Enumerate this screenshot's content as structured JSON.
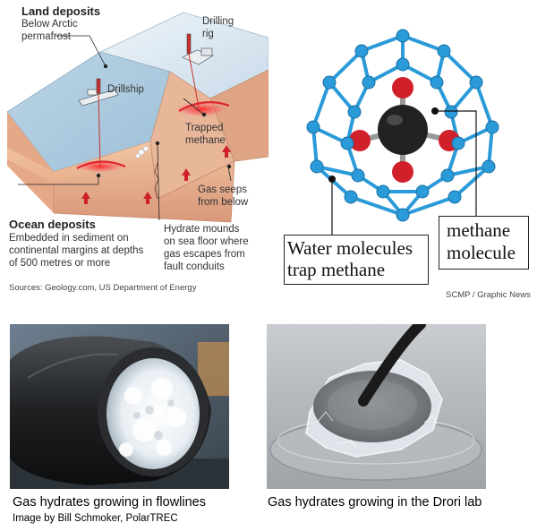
{
  "geology": {
    "land_title": "Land deposits",
    "land_desc_1": "Below Arctic",
    "land_desc_2": "permafrost",
    "drilling_rig_1": "Drilling",
    "drilling_rig_2": "rig",
    "drillship": "Drillship",
    "trapped_1": "Trapped",
    "trapped_2": "methane",
    "gas_seeps_1": "Gas seeps",
    "gas_seeps_2": "from below",
    "ocean_title": "Ocean deposits",
    "ocean_desc_1": "Embedded in sediment on",
    "ocean_desc_2": "continental margins at depths",
    "ocean_desc_3": "of 500 metres or more",
    "mounds_1": "Hydrate mounds",
    "mounds_2": "on sea floor where",
    "mounds_3": "gas escapes from",
    "mounds_4": "fault conduits",
    "sources": "Sources: Geology.com, US Department of Energy"
  },
  "molecule": {
    "water_1": "Water molecules",
    "water_2": "trap methane",
    "methane_1": "methane",
    "methane_2": "molecule",
    "credit": "SCMP / Graphic News"
  },
  "photos": {
    "left_caption": "Gas hydrates growing in flowlines",
    "left_credit": "Image by Bill Schmoker, PolarTREC",
    "right_caption": "Gas hydrates growing in the Drori lab"
  },
  "colors": {
    "lattice_blue": "#2a9bd8",
    "carbon": "#222222",
    "oxygen_red": "#d0202a"
  }
}
